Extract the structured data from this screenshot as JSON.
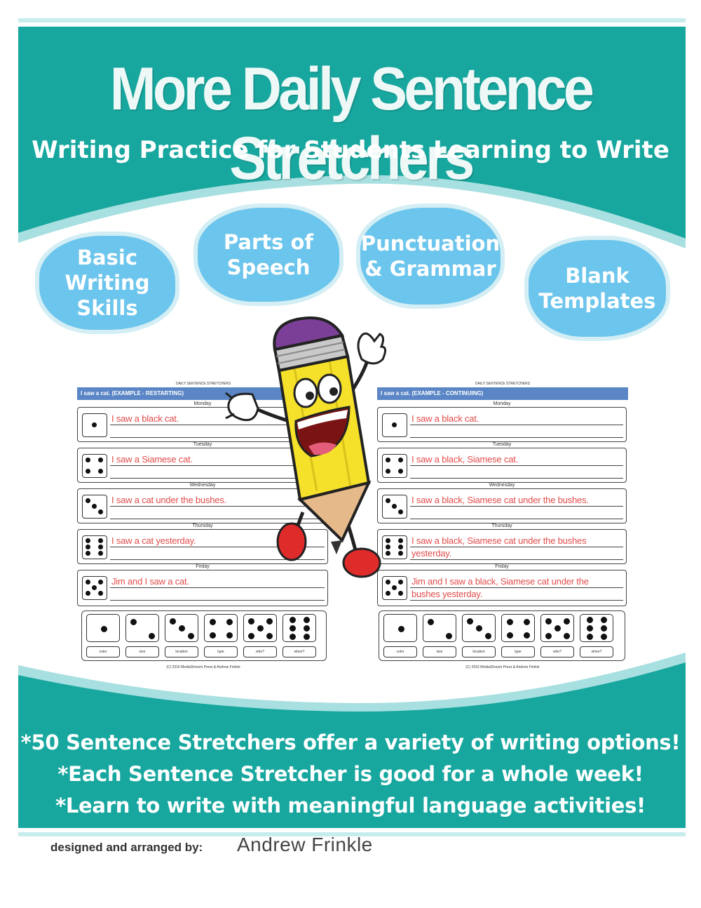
{
  "cover": {
    "title": "More Daily Sentence Stretchers",
    "subtitle": "Writing Practice for Students Learning to Write",
    "topics": [
      "Basic\nWriting\nSkills",
      "Parts of\nSpeech",
      "Punctuation\n& Grammar",
      "Blank\nTemplates"
    ],
    "bullets": [
      "*50 Sentence Stretchers offer a variety of writing options!",
      "*Each Sentence Stretcher is good for a whole week!",
      "*Learn to write with meaningful language activities!"
    ],
    "credit_label": "designed and arranged by:",
    "author": "Andrew Frinkle"
  },
  "worksheets": [
    {
      "caption": "DAILY SENTENCE STRETCHERS",
      "header": "I saw a cat. (EXAMPLE - RESTARTING)",
      "days": [
        {
          "day": "Monday",
          "pips": 1,
          "lines": [
            "I saw a black cat."
          ]
        },
        {
          "day": "Tuesday",
          "pips": 4,
          "lines": [
            "I saw a Siamese cat."
          ]
        },
        {
          "day": "Wednesday",
          "pips": 3,
          "lines": [
            "I saw a cat under the bushes."
          ]
        },
        {
          "day": "Thursday",
          "pips": 6,
          "lines": [
            "I saw a cat yesterday."
          ]
        },
        {
          "day": "Friday",
          "pips": 5,
          "lines": [
            "Jim and I saw a cat."
          ]
        }
      ],
      "categories": [
        "color",
        "size",
        "location",
        "type",
        "who?",
        "when?"
      ],
      "footer": "(C) 2016 MediaShroom Press & Andrew Frinkle"
    },
    {
      "caption": "DAILY SENTENCE STRETCHERS",
      "header": "I saw a cat. (EXAMPLE - CONTINUING)",
      "days": [
        {
          "day": "Monday",
          "pips": 1,
          "lines": [
            "I saw a black cat."
          ]
        },
        {
          "day": "Tuesday",
          "pips": 4,
          "lines": [
            "I saw a black, Siamese cat."
          ]
        },
        {
          "day": "Wednesday",
          "pips": 3,
          "lines": [
            "I saw a black, Siamese cat under the bushes."
          ]
        },
        {
          "day": "Thursday",
          "pips": 6,
          "lines": [
            "I saw a black, Siamese cat under the bushes",
            "yesterday."
          ]
        },
        {
          "day": "Friday",
          "pips": 5,
          "lines": [
            "Jim and I saw a black, Siamese cat under the",
            "bushes yesterday."
          ]
        }
      ],
      "categories": [
        "color",
        "size",
        "location",
        "type",
        "who?",
        "when?"
      ],
      "footer": "(C) 2016 MediaShroom Press & Andrew Frinkle"
    }
  ],
  "colors": {
    "teal": "#17a79f",
    "teal_light": "#a8dfe0",
    "bubble": "#6cc5ec",
    "bubble_border": "#d3eef4",
    "pencil_yellow": "#f6e12a",
    "eraser_purple": "#7b3f97",
    "shoe_red": "#e02b2b",
    "sentence_red": "#e24c4c",
    "worksheet_header": "#5a86c6"
  },
  "icons": [
    "pencil-mascot-icon",
    "die-face-icon"
  ]
}
